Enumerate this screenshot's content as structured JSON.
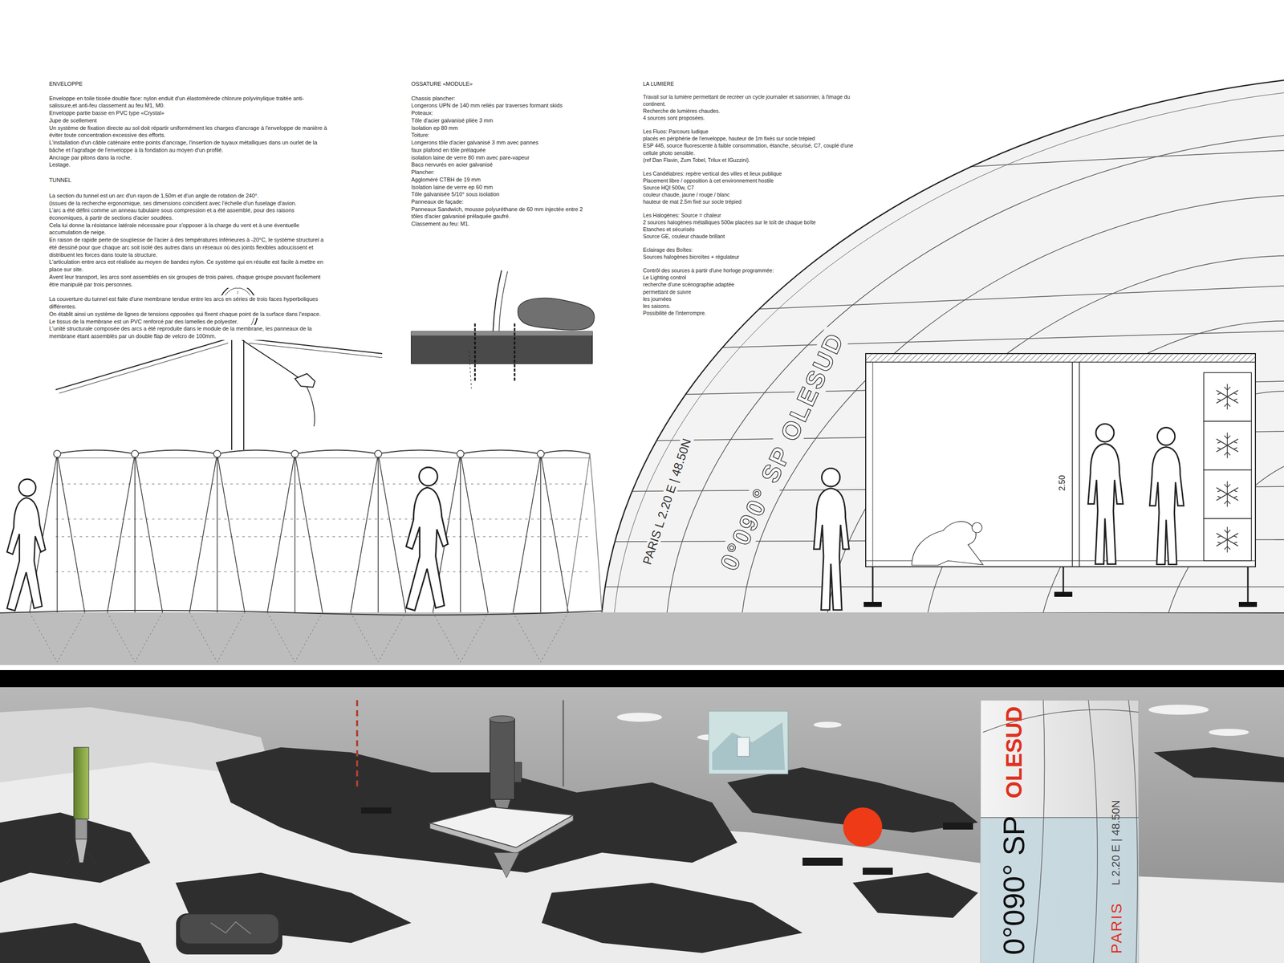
{
  "diagram": {
    "labels": [
      "ENVELOPPE",
      "Enveloppe en toile tissée double face: nylon enduit d'un élastomèrede chlorure polyvinylique traitée anti-salissure,et anti-feu classement au feu M1, M0.",
      "Enveloppe partie basse en PVC type «Crystal»",
      "Jupe de scellement",
      "Un système de fixation directe au sol doit répartir uniformément les charges d'ancrage à l'enveloppe de manière à éviter toute concentration excessive des efforts.",
      "L'installation d'un câble caténaire entre points d'ancrage, l'insertion de tuyaux métalliques dans un ourlet de la bâche et l'agrafage de l'enveloppe à la fondation au moyen d'un profilé.",
      "Ancrage par pitons dans la roche.",
      "Lestage.",
      "TUNNEL",
      "La section du tunnel est un arc d'un rayon de 1,50m et d'un angle de rotation de 240°.",
      "(issues de la recherche ergonomique, ses dimensions coincident avec l'échelle d'un fuselage d'avion.",
      "L'arc a été défini comme un anneau tubulaire sous compression et a été assemblé, pour des raisons économiques, à partir de sections d'acier soudées.",
      "Cela lui donne la résistance latérale nécessaire pour s'opposer à la charge du vent et à une éventuelle accumulation de neige.",
      "En raison de rapide perte de souplesse de l'acier à des températures inférieures à -20°C, le système structurel a été dessiné pour que chaque arc soit isolé des autres dans un réseaux où des joints flexibles adoucissent et distribuent les forces dans toute la structure.",
      "L'articulation entre arcs est réalisée au moyen de bandes nylon. Ce système qui en résulte est facile à mettre en place sur site.",
      "Avent leur transport, les arcs sont assemblés en six groupes de trois paires, chaque groupe pouvant facilement être manipulé par trois personnes.",
      "La couverture du tunnel est faite d'une membrane tendue entre les arcs en séries de trois faces hyperboliques différentes.",
      "On établit ainsi un système de lignes de tensions opposées qui fixent chaque point de la surface dans l'espace.",
      "Le tissus de la membrane est un PVC renforcé par des lamelles de polyester.",
      "L'unité structurale composée des arcs a été reproduite dans le module de la membrane, les panneaux de la membrane étant assemblés par un double flap de velcro de 100mm.",
      "OSSATURE «MODULE»",
      "Chassis plancher:",
      "Longerons UPN de 140 mm reliés par traverses formant skids",
      "Poteaux:",
      "Tôle d'acier galvanisé pliée 3 mm",
      "Isolation ep 80 mm",
      "Toiture:",
      "Longerons tôle d'acier galvanisé 3 mm avec pannes",
      "faux plafond en tôle prélaquée",
      "isolation laine de verre 80 mm avec pare-vapeur",
      "Bacs nervurés en acier galvanisé",
      "Plancher:",
      "Aggloméré CTBH de 19 mm",
      "Isolation laine de verre ep 60 mm",
      "Tôle galvanisée 5/10° sous isolation",
      "Panneaux de façade:",
      "Panneaux Sandwich, mousse polyuréthane de 60 mm injectée entre 2 tôles d'acier galvanisé prélaquée gaufré.",
      "Classement au feu: M1.",
      "LA LUMIERE",
      "Travail sur la lumière permettant de recréer un cycle journalier et saisonnier, à l'image du continent.",
      "Recherche de lumières chaudes.",
      "4 sources sont proposées.",
      "Les Fluos: Parcours ludique",
      "placés en périphérie de l'enveloppe, hauteur de 1m fixés sur socle trépied",
      "ESP 445, source fluorescente à faible consommation, étanche, sécurisé, C7, couplé d'une cellule photo sensible.",
      "(ref Dan Flavin, Zum Tobel, Trilux et IGuzzini).",
      "Les Candélabres: repère vertical des villes et lieux publique",
      "Placement libre / opposition à cet environnement hostile",
      "Source HQI 500w, C7",
      "couleur chaude, jaune / rouge / blanc",
      "hauteur de mat 2.5m fixé sur socle trépied",
      "Les Halogènes: Source = chaleur",
      "2 sources halogènes métalliques 500w placées sur le toït de chaque boîte",
      "Etanches et sécurisés",
      "Source GE, couleur chaude brillant",
      "Eclairage des Boîtes:",
      "Sources halogènes bicroïtes + régulateur",
      "Contrôl des sources à partir d'une horloge programmée:",
      "Le Lighting control",
      "recherche d'une scénographie adaptée",
      "permettant de suivre",
      "les journées",
      "les saisons.",
      "Possibilité de l'interrompre.",
      "2.50",
      "0°090° SP OLESUD",
      "PARIS L 2.20 E | 48.50N",
      "0°090° SP",
      "OLESUD",
      "PARIS",
      "L 2.20 E | 48.50N"
    ]
  }
}
